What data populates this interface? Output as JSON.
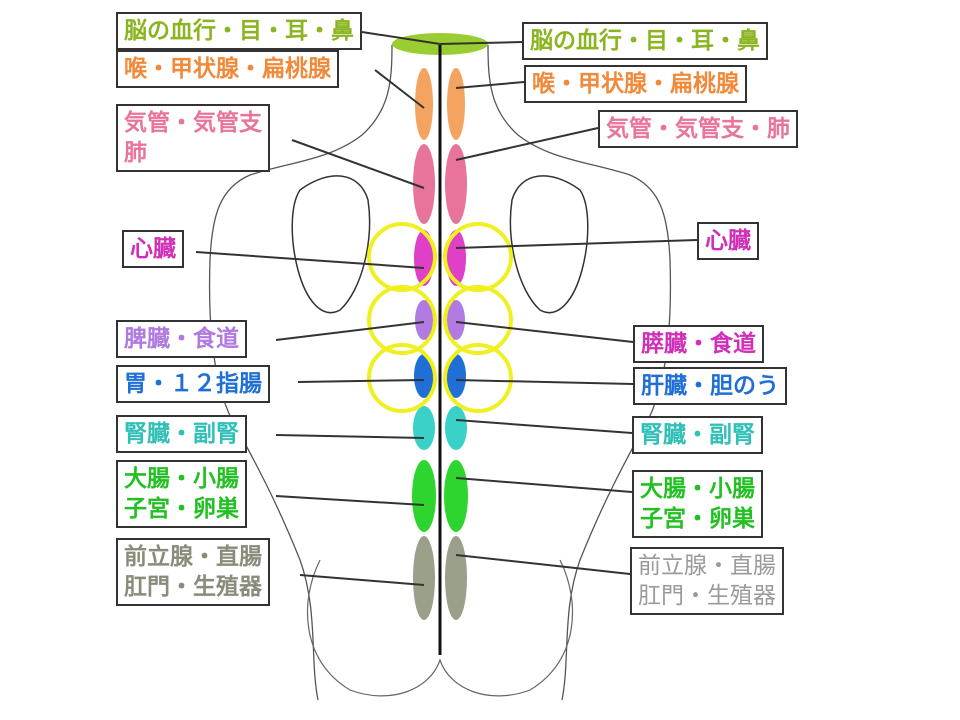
{
  "colors": {
    "brain": "#9acd32",
    "throat": "#f4a460",
    "lung": "#e8749c",
    "heart": "#e040c8",
    "spleen": "#b07ae0",
    "stomach": "#1f6fd6",
    "kidney": "#3ad1c8",
    "intestine": "#2ed52e",
    "pelvic": "#9aa08a",
    "ring": "#f0f020",
    "outline": "#444444",
    "spine": "#111111"
  },
  "labels": {
    "left_brain": "脳の血行・目・耳・鼻",
    "right_brain": "脳の血行・目・耳・鼻",
    "left_throat": "喉・甲状腺・扁桃腺",
    "right_throat": "喉・甲状腺・扁桃腺",
    "left_lung_1": "気管・気管支",
    "left_lung_2": "肺",
    "right_lung": "気管・気管支・肺",
    "left_heart": "心臓",
    "right_heart": "心臓",
    "left_spleen": "脾臓・食道",
    "right_spleen": "膵臓・食道",
    "left_stomach": "胃・１２指腸",
    "right_stomach": "肝臓・胆のう",
    "left_kidney": "腎臓・副腎",
    "right_kidney": "腎臓・副腎",
    "left_intestine_1": "大腸・小腸",
    "left_intestine_2": "子宮・卵巣",
    "right_intestine_1": "大腸・小腸",
    "right_intestine_2": "子宮・卵巣",
    "left_pelvic_1": "前立腺・直腸",
    "left_pelvic_2": "肛門・生殖器",
    "right_pelvic_1": "前立腺・直腸",
    "right_pelvic_2": "肛門・生殖器"
  }
}
